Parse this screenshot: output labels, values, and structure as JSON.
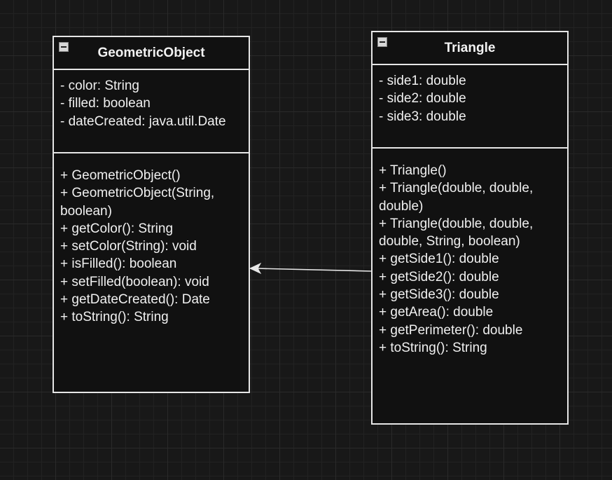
{
  "classes": {
    "geometric_object": {
      "name": "GeometricObject",
      "attributes": [
        "- color: String",
        "- filled: boolean",
        "- dateCreated: java.util.Date"
      ],
      "methods": [
        "+ GeometricObject()",
        "+ GeometricObject(String, boolean)",
        "+ getColor(): String",
        "+ setColor(String): void",
        "+ isFilled(): boolean",
        "+ setFilled(boolean): void",
        "+ getDateCreated(): Date",
        "+ toString(): String"
      ]
    },
    "triangle": {
      "name": "Triangle",
      "attributes": [
        "- side1: double",
        "- side2: double",
        "- side3: double"
      ],
      "methods": [
        "+ Triangle()",
        "+ Triangle(double, double, double)",
        "+ Triangle(double, double, double, String, boolean)",
        "+ getSide1(): double",
        "+ getSide2(): double",
        "+ getSide3(): double",
        "+ getArea(): double",
        "+ getPerimeter(): double",
        "+ toString(): String"
      ]
    }
  },
  "relation": {
    "type": "inheritance",
    "from": "Triangle",
    "to": "GeometricObject"
  },
  "colors": {
    "background": "#181818",
    "stroke": "#e6e6e6",
    "text": "#f0f0f0"
  }
}
